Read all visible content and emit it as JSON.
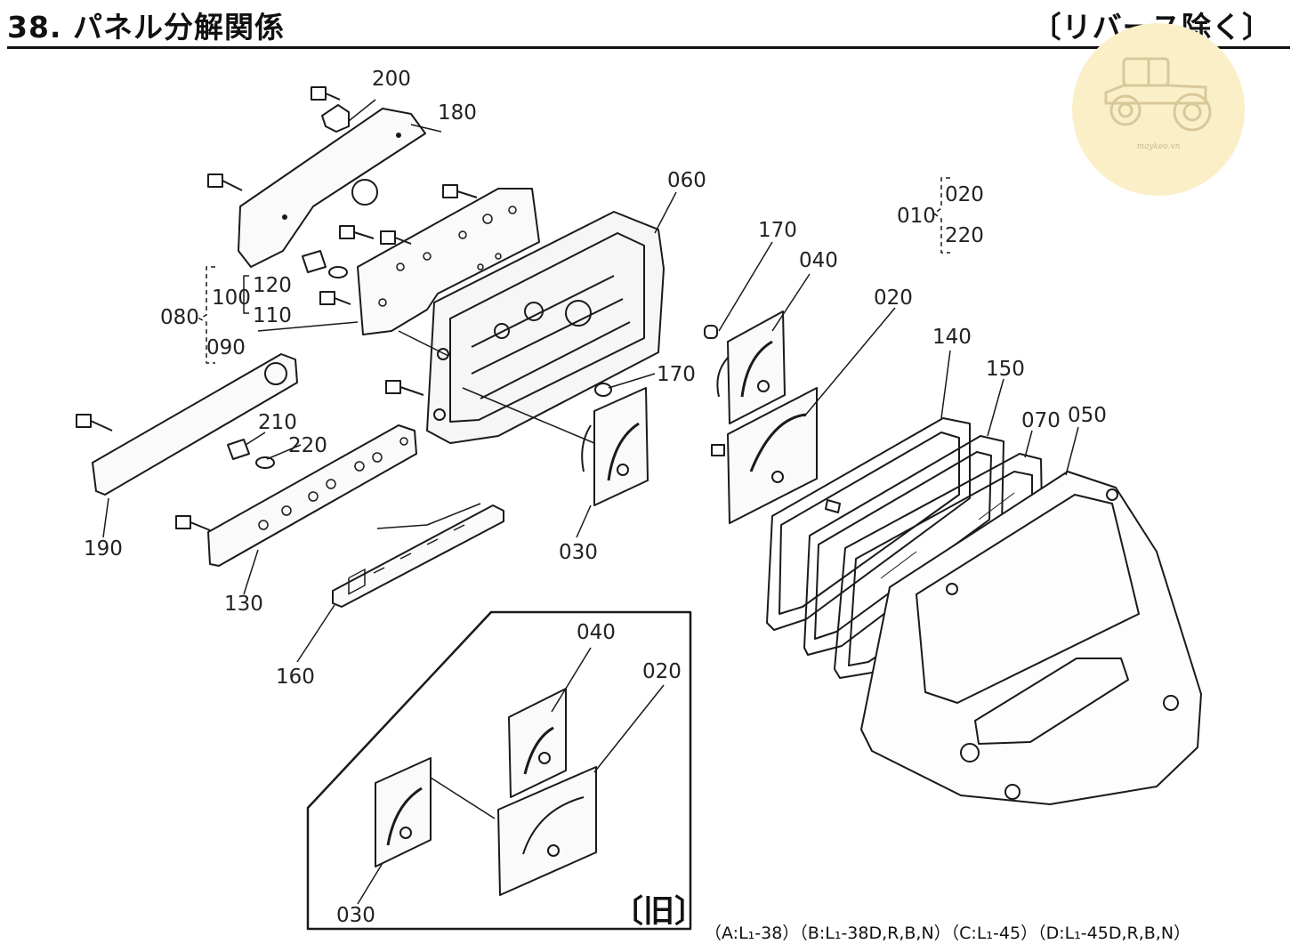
{
  "header": {
    "title": "38. パネル分解関係",
    "note": "〔リバース除く〕"
  },
  "logo": {
    "icon": "tractor-icon",
    "text": "maykeo.vn",
    "color": "#fbefc8"
  },
  "labels": {
    "p200": "200",
    "p180": "180",
    "p060": "060",
    "p170a": "170",
    "p040": "040",
    "p010": "010",
    "p020a": "020",
    "p220a": "220",
    "p020b": "020",
    "p120": "120",
    "p100": "100",
    "p080": "080",
    "p110": "110",
    "p090": "090",
    "p170b": "170",
    "p140": "140",
    "p150": "150",
    "p070": "070",
    "p050": "050",
    "p210": "210",
    "p220b": "220",
    "p190": "190",
    "p130": "130",
    "p030a": "030",
    "p160": "160",
    "inset_040": "040",
    "inset_020": "020",
    "inset_030": "030"
  },
  "inset": {
    "tag": "〔旧〕"
  },
  "footer": "（A:L₁-38）（B:L₁-38D,R,B,N）（C:L₁-45）（D:L₁-45D,R,B,N）"
}
